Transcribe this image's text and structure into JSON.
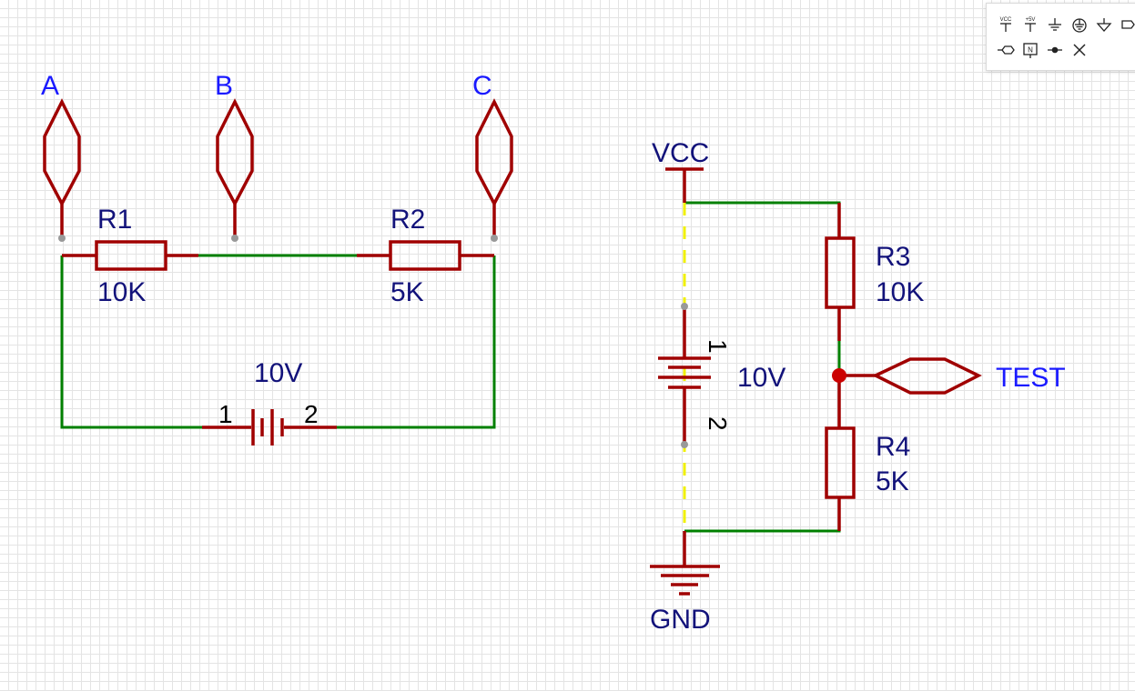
{
  "schematic": {
    "left_circuit": {
      "net_ports": [
        "A",
        "B",
        "C"
      ],
      "r1": {
        "designator": "R1",
        "value": "10K"
      },
      "r2": {
        "designator": "R2",
        "value": "5K"
      },
      "battery": {
        "value": "10V",
        "pin1": "1",
        "pin2": "2"
      }
    },
    "right_circuit": {
      "power": "VCC",
      "ground": "GND",
      "battery": {
        "value": "10V",
        "pin1": "1",
        "pin2": "2"
      },
      "r3": {
        "designator": "R3",
        "value": "10K"
      },
      "r4": {
        "designator": "R4",
        "value": "5K"
      },
      "net_port": "TEST"
    }
  },
  "toolbar": {
    "tools": [
      {
        "name": "vcc-icon",
        "label": "VCC"
      },
      {
        "name": "plus5v-icon",
        "label": "+5V"
      },
      {
        "name": "ground-icon"
      },
      {
        "name": "earth-ground-icon"
      },
      {
        "name": "analog-ground-icon"
      },
      {
        "name": "net-port-icon"
      },
      {
        "name": "net-flag-icon"
      },
      {
        "name": "net-label-icon",
        "label": "N"
      },
      {
        "name": "net-junction-icon"
      },
      {
        "name": "no-connect-icon"
      }
    ]
  },
  "colors": {
    "wire": "#008000",
    "symbol": "#a00000",
    "net_label": "#1a1aff",
    "part_label": "#12127a",
    "junction": "#cc0000",
    "highlight_wire": "#f0f000"
  }
}
